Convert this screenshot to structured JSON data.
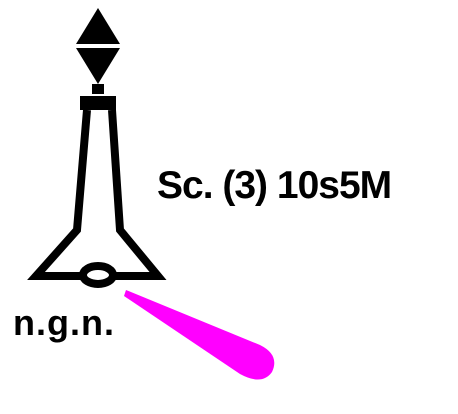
{
  "chart_symbol": {
    "type": "cardinal-buoy-spar",
    "topmark": "diamond-topmark-icon",
    "light_characteristic": "Sc. (3) 10s5M",
    "buoy_type_abbreviation": "n.g.n.",
    "colors": {
      "outline": "#000000",
      "light_flare": "#ff00ff",
      "background": "#ffffff"
    }
  }
}
